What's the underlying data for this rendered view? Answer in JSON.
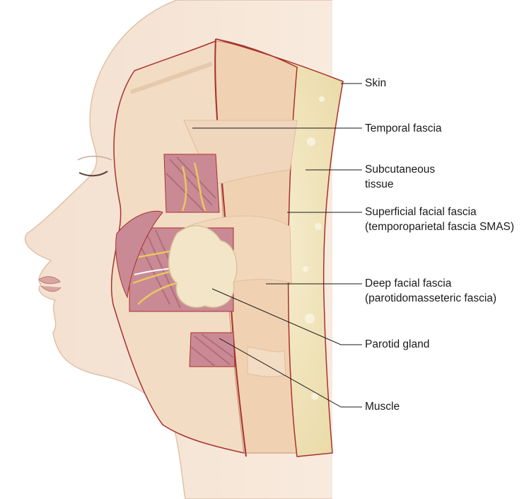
{
  "labels": {
    "skin": "Skin",
    "temporal_fascia": "Temporal fascia",
    "subcutaneous_line1": "Subcutaneous",
    "subcutaneous_line2": "tissue",
    "superficial_line1": "Superficial facial fascia",
    "superficial_line2": "(temporoparietal fascia SMAS)",
    "deep_line1": "Deep facial fascia",
    "deep_line2": "(parotidomasseteric fascia)",
    "parotid": "Parotid gland",
    "muscle": "Muscle"
  },
  "colors": {
    "skin": "#f6e7d7",
    "subcutaneous": "#efe2b4",
    "fascia": "#f1d3b4",
    "muscle": "#c98a95",
    "edge": "#a8322e",
    "nerve": "#e8c860"
  }
}
